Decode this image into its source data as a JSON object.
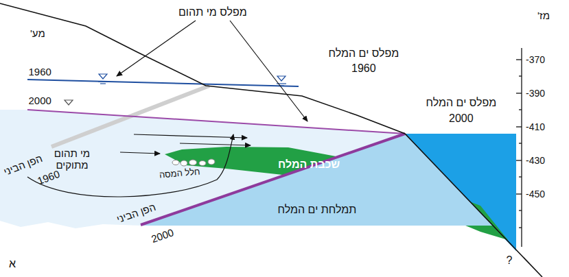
{
  "diagram": {
    "nodes": [
      {
        "text": [
          "שכבת המלח"
        ]
      },
      {
        "text": [
          "תמלחת ים המלח"
        ]
      }
    ],
    "labels": [
      "מע'",
      "מפלס מי תהום",
      "מז'",
      "-370",
      "-390",
      "-410",
      "-430",
      "-450",
      "1960",
      "מפלס ים המלח",
      "1960",
      "2000",
      "מפלס ים המלח",
      "2000",
      "הפן הביני",
      "1960",
      "מי תהום מתוקים",
      "חלל המסה",
      "הפן הביני",
      "2000",
      "?",
      "א"
    ]
  }
}
